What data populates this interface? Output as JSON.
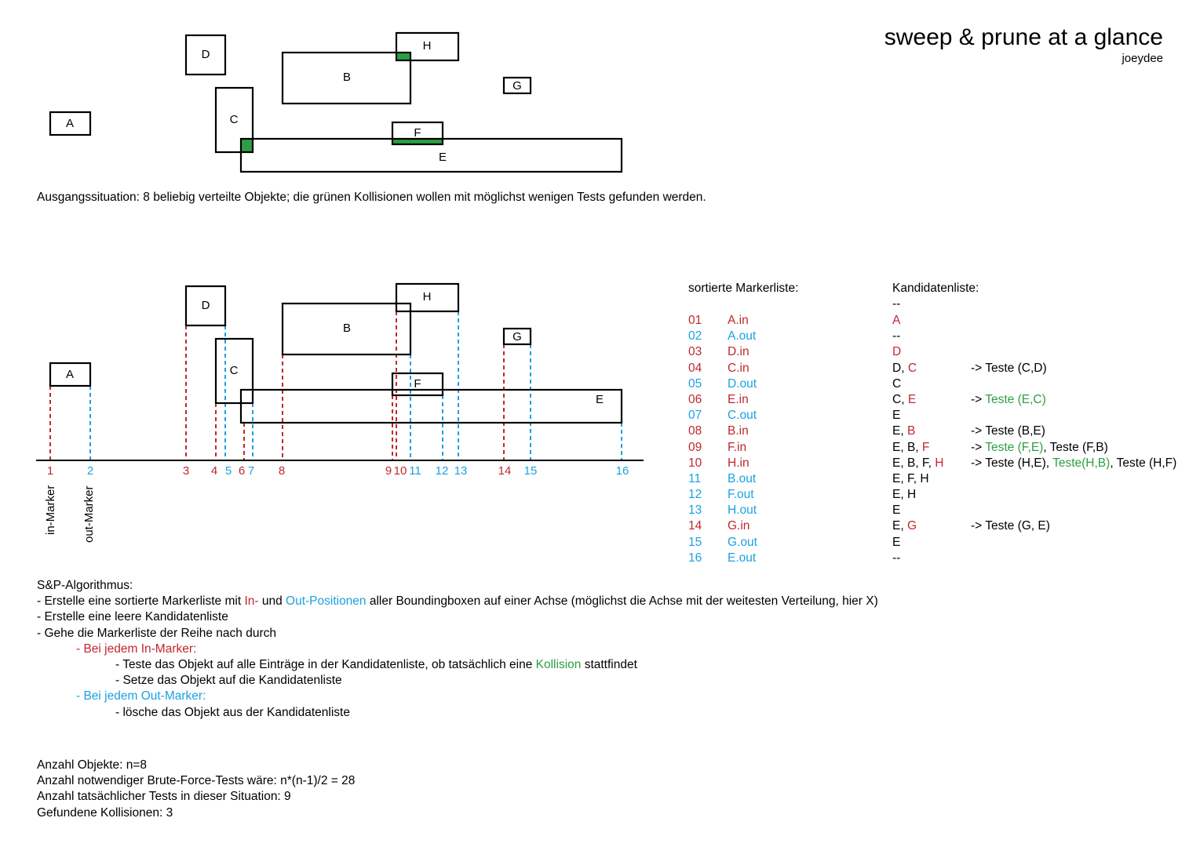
{
  "header": {
    "title": "sweep & prune at a glance",
    "author": "joeydee"
  },
  "caption": "Ausgangssituation: 8 beliebig verteilte Objekte; die grünen Kollisionen wollen mit möglichst wenigen Tests gefunden werden.",
  "colors": {
    "in": "#c1272d",
    "out": "#1ba1e2",
    "collision": "#2e9e44",
    "stroke": "#000000"
  },
  "boxes": [
    {
      "label": "A"
    },
    {
      "label": "B"
    },
    {
      "label": "C"
    },
    {
      "label": "D"
    },
    {
      "label": "E"
    },
    {
      "label": "F"
    },
    {
      "label": "G"
    },
    {
      "label": "H"
    }
  ],
  "axis": {
    "marker_numbers": [
      "1",
      "2",
      "3",
      "4",
      "5",
      "6",
      "7",
      "8",
      "9",
      "10",
      "11",
      "12",
      "13",
      "14",
      "15",
      "16"
    ],
    "in_label": "in-Marker",
    "out_label": "out-Marker"
  },
  "table": {
    "marker_header": "sortierte Markerliste:",
    "candidate_header": "Kandidatenliste:",
    "initial_candidates": "--",
    "rows": [
      {
        "num": "01",
        "marker": "A.in",
        "kind": "in",
        "cand": [
          {
            "t": "A",
            "c": "in"
          }
        ],
        "tests": []
      },
      {
        "num": "02",
        "marker": "A.out",
        "kind": "out",
        "cand": [
          {
            "t": "--",
            "c": "n"
          }
        ],
        "tests": []
      },
      {
        "num": "03",
        "marker": "D.in",
        "kind": "in",
        "cand": [
          {
            "t": "D",
            "c": "in"
          }
        ],
        "tests": []
      },
      {
        "num": "04",
        "marker": "C.in",
        "kind": "in",
        "cand": [
          {
            "t": "D, ",
            "c": "n"
          },
          {
            "t": "C",
            "c": "in"
          }
        ],
        "tests": [
          {
            "t": "-> Teste (C,D)",
            "c": "n"
          }
        ]
      },
      {
        "num": "05",
        "marker": "D.out",
        "kind": "out",
        "cand": [
          {
            "t": "C",
            "c": "n"
          }
        ],
        "tests": []
      },
      {
        "num": "06",
        "marker": "E.in",
        "kind": "in",
        "cand": [
          {
            "t": "C, ",
            "c": "n"
          },
          {
            "t": "E",
            "c": "in"
          }
        ],
        "tests": [
          {
            "t": "-> ",
            "c": "n"
          },
          {
            "t": "Teste (E,C)",
            "c": "col"
          }
        ]
      },
      {
        "num": "07",
        "marker": "C.out",
        "kind": "out",
        "cand": [
          {
            "t": "E",
            "c": "n"
          }
        ],
        "tests": []
      },
      {
        "num": "08",
        "marker": "B.in",
        "kind": "in",
        "cand": [
          {
            "t": "E, ",
            "c": "n"
          },
          {
            "t": "B",
            "c": "in"
          }
        ],
        "tests": [
          {
            "t": "-> Teste (B,E)",
            "c": "n"
          }
        ]
      },
      {
        "num": "09",
        "marker": "F.in",
        "kind": "in",
        "cand": [
          {
            "t": "E, B, ",
            "c": "n"
          },
          {
            "t": "F",
            "c": "in"
          }
        ],
        "tests": [
          {
            "t": "-> ",
            "c": "n"
          },
          {
            "t": "Teste (F,E)",
            "c": "col"
          },
          {
            "t": ", Teste (F,B)",
            "c": "n"
          }
        ]
      },
      {
        "num": "10",
        "marker": "H.in",
        "kind": "in",
        "cand": [
          {
            "t": "E, B, F, ",
            "c": "n"
          },
          {
            "t": "H",
            "c": "in"
          }
        ],
        "tests": [
          {
            "t": "-> Teste (H,E), ",
            "c": "n"
          },
          {
            "t": "Teste(H,B)",
            "c": "col"
          },
          {
            "t": ", Teste (H,F)",
            "c": "n"
          }
        ]
      },
      {
        "num": "11",
        "marker": "B.out",
        "kind": "out",
        "cand": [
          {
            "t": "E, F, H",
            "c": "n"
          }
        ],
        "tests": []
      },
      {
        "num": "12",
        "marker": "F.out",
        "kind": "out",
        "cand": [
          {
            "t": "E, H",
            "c": "n"
          }
        ],
        "tests": []
      },
      {
        "num": "13",
        "marker": "H.out",
        "kind": "out",
        "cand": [
          {
            "t": "E",
            "c": "n"
          }
        ],
        "tests": []
      },
      {
        "num": "14",
        "marker": "G.in",
        "kind": "in",
        "cand": [
          {
            "t": "E, ",
            "c": "n"
          },
          {
            "t": "G",
            "c": "in"
          }
        ],
        "tests": [
          {
            "t": "-> Teste (G, E)",
            "c": "n"
          }
        ]
      },
      {
        "num": "15",
        "marker": "G.out",
        "kind": "out",
        "cand": [
          {
            "t": "E",
            "c": "n"
          }
        ],
        "tests": []
      },
      {
        "num": "16",
        "marker": "E.out",
        "kind": "out",
        "cand": [
          {
            "t": "--",
            "c": "n"
          }
        ],
        "tests": []
      }
    ]
  },
  "algorithm": {
    "title": "S&P-Algorithmus:",
    "line1_pre": "- Erstelle eine sortierte Markerliste mit ",
    "line1_in": "In-",
    "line1_mid": " und ",
    "line1_out": "Out-Positionen",
    "line1_post": " aller Boundingboxen auf einer Achse (möglichst die Achse mit der weitesten Verteilung, hier X)",
    "line2": "- Erstelle eine leere Kandidatenliste",
    "line3": "- Gehe die Markerliste der Reihe nach durch",
    "in_heading": "- Bei jedem In-Marker:",
    "in_step1_pre": "- Teste das Objekt auf alle Einträge in der Kandidatenliste, ob tatsächlich eine ",
    "in_step1_col": "Kollision",
    "in_step1_post": " stattfindet",
    "in_step2": "- Setze das Objekt auf die Kandidatenliste",
    "out_heading": "- Bei jedem Out-Marker:",
    "out_step1": "- lösche das Objekt aus der Kandidatenliste"
  },
  "stats": [
    "Anzahl Objekte: n=8",
    "Anzahl notwendiger Brute-Force-Tests wäre: n*(n-1)/2 = 28",
    "Anzahl tatsächlicher Tests in dieser Situation: 9",
    "Gefundene Kollisionen: 3"
  ]
}
